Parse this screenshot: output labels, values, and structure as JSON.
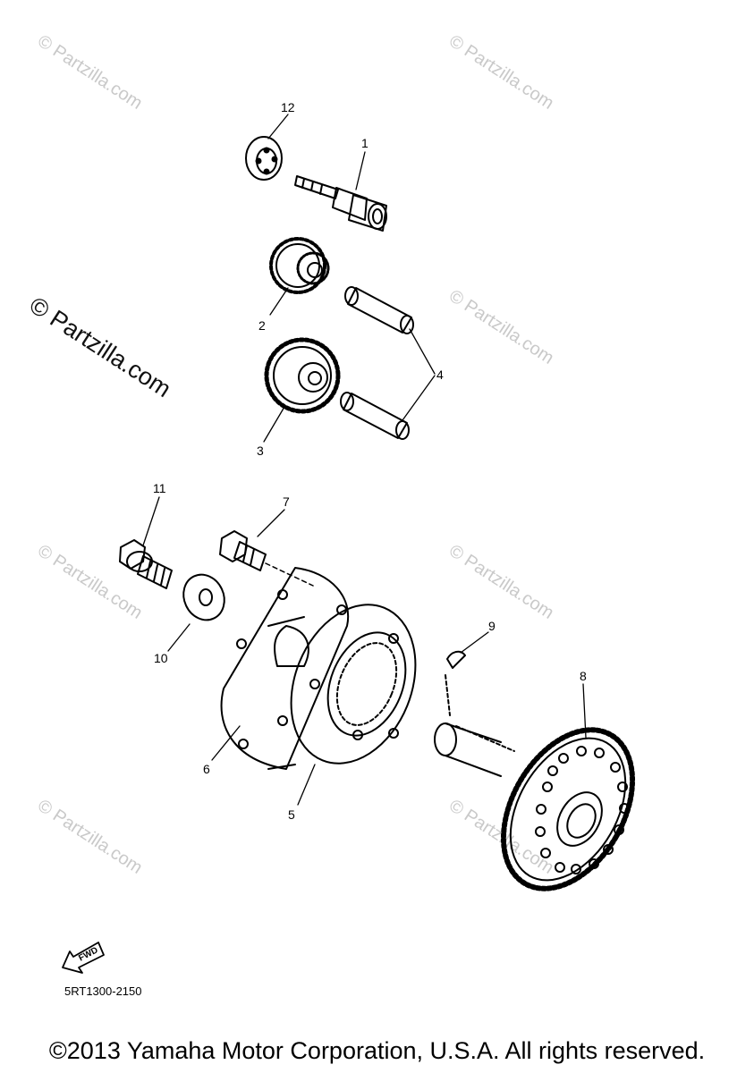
{
  "watermark": {
    "text": "© Partzilla.com",
    "prominent_text": "© Partzilla.com"
  },
  "callouts": {
    "c1": "1",
    "c2": "2",
    "c3": "3",
    "c4": "4",
    "c5": "5",
    "c6": "6",
    "c7": "7",
    "c8": "8",
    "c9": "9",
    "c10": "10",
    "c11": "11",
    "c12": "12"
  },
  "fwd_indicator": {
    "label": "FWD",
    "icon": "fwd-arrow-icon"
  },
  "diagram_code": "5RT1300-2150",
  "copyright": "©2013 Yamaha Motor Corporation, U.S.A. All rights reserved."
}
